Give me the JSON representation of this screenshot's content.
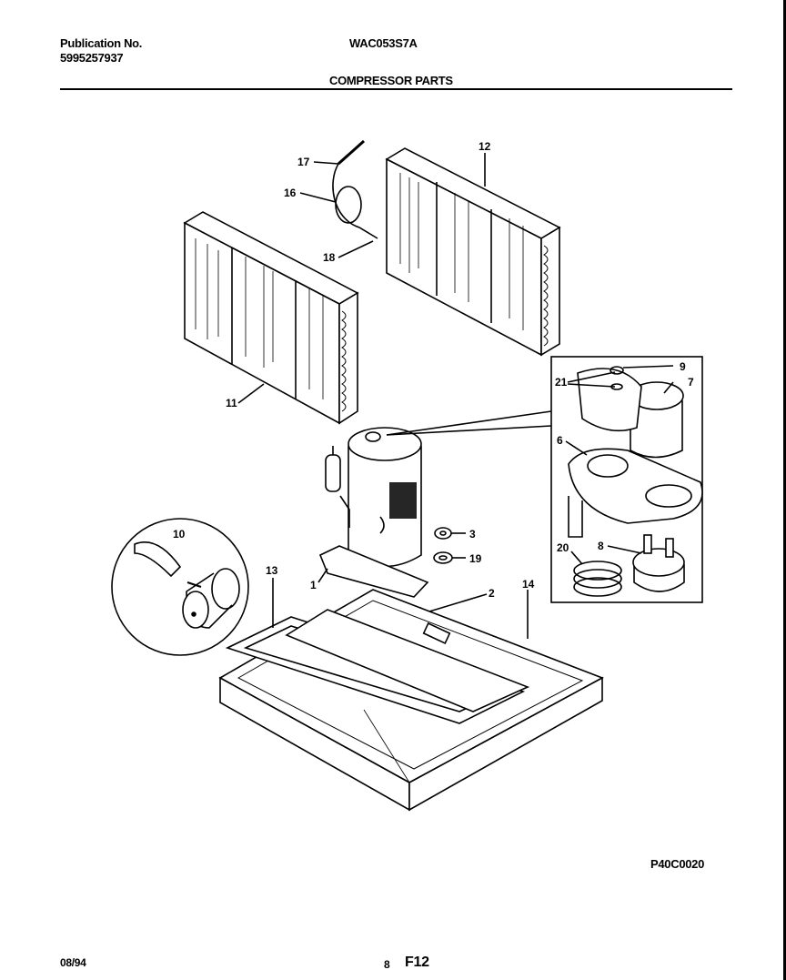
{
  "header": {
    "publication_label": "Publication No.",
    "publication_number": "5995257937",
    "model": "WAC053S7A",
    "section_title": "COMPRESSOR PARTS"
  },
  "diagram": {
    "callouts": [
      "17",
      "16",
      "18",
      "12",
      "11",
      "9",
      "21",
      "7",
      "6",
      "1",
      "3",
      "19",
      "10",
      "13",
      "2",
      "14",
      "20",
      "8"
    ],
    "figure_code": "P40C0020"
  },
  "footer": {
    "date": "08/94",
    "page_number": "8",
    "figure_id": "F12"
  }
}
